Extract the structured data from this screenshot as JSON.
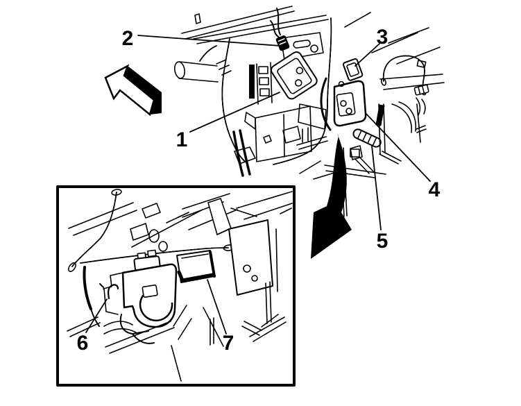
{
  "page": {
    "background_color": "#ffffff"
  },
  "diagram": {
    "line_color": "#000000",
    "main_view": {
      "callouts": [
        {
          "label": "1"
        },
        {
          "label": "2"
        },
        {
          "label": "3"
        },
        {
          "label": "4"
        },
        {
          "label": "5"
        }
      ]
    },
    "inset_view": {
      "border_color": "#000000",
      "callouts": [
        {
          "label": "6"
        },
        {
          "label": "7"
        }
      ]
    },
    "icons": [
      {
        "name": "direction-block-arrow-icon",
        "points": "up-left"
      },
      {
        "name": "detail-curved-arrow-icon",
        "points": "down-left-to-inset"
      }
    ]
  }
}
